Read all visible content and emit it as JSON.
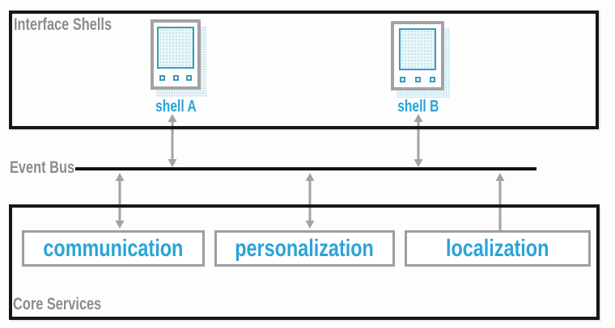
{
  "diagram": {
    "interface_shells": {
      "label": "Interface Shells",
      "shells": [
        "shell A",
        "shell B"
      ]
    },
    "event_bus": {
      "label": "Event Bus"
    },
    "core_services": {
      "label": "Core Services",
      "services": [
        "communication",
        "personalization",
        "localization"
      ]
    },
    "connections": [
      {
        "from": "shell A",
        "to": "event bus",
        "direction": "bidirectional"
      },
      {
        "from": "shell B",
        "to": "event bus",
        "direction": "bidirectional"
      },
      {
        "from": "event bus",
        "to": "communication",
        "direction": "bidirectional"
      },
      {
        "from": "event bus",
        "to": "personalization",
        "direction": "bidirectional"
      },
      {
        "from": "localization",
        "to": "event bus",
        "direction": "up"
      }
    ],
    "colors": {
      "accent_blue": "#2aa4d6",
      "label_gray": "#8c8c8c",
      "arrow_gray": "#a3a3a3",
      "border_black": "#161616",
      "service_border_gray": "#9e9e9e",
      "screen_teal": "#3a9cb6"
    }
  }
}
